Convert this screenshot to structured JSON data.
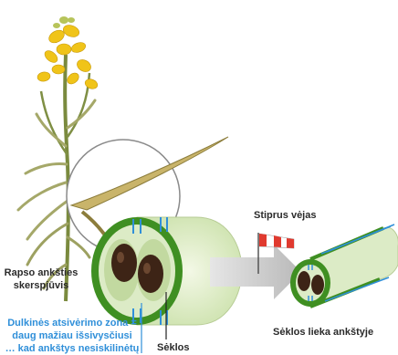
{
  "labels": {
    "pod_cross_section_line1": "Rapso ankšties",
    "pod_cross_section_line2": "skerspjūvis",
    "dehiscence_line1": "Dulkinės atsivėrimo zona =",
    "dehiscence_line2": "daug mažiau išsivysčiusi",
    "dehiscence_line3": "… kad ankštys nesiskilinėtų",
    "seeds": "Sėklos",
    "strong_wind": "Stiprus vėjas",
    "seeds_stay": "Sėklos lieka ankštyje"
  },
  "colors": {
    "pod_green": "#3f8f22",
    "pod_light": "#dcebc6",
    "seam_blue": "#2f8fd9",
    "seed_brown": "#3d2416",
    "flower_yellow": "#f0c419",
    "windsock_red": "#e03a2f",
    "label_blue": "#2f8fd9"
  },
  "icons": {
    "windsock": "windsock-icon",
    "arrow": "arrow-right-icon"
  }
}
